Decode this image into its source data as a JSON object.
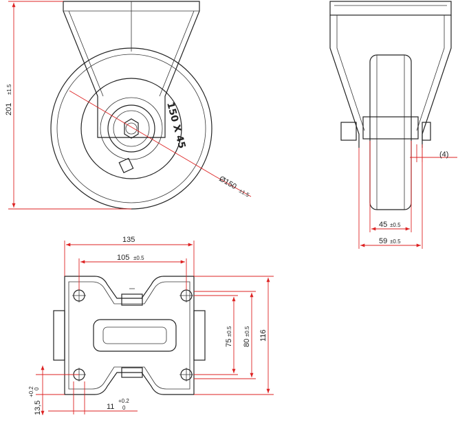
{
  "colors": {
    "outline": "#222222",
    "dimension": "#dd2222",
    "background": "#ffffff"
  },
  "views": {
    "front": {
      "height": "201",
      "height_tol": "±1.5",
      "wheel_dia": "Ø150",
      "wheel_dia_tol": "±1.5",
      "wheel_marking": "150 X 45"
    },
    "side": {
      "clearance": "(4)",
      "wheel_width": "45",
      "wheel_width_tol": "±0.5",
      "fork_width": "59",
      "fork_width_tol": "±0.5"
    },
    "top": {
      "plate_length": "135",
      "hole_pitch_x": "105",
      "hole_pitch_x_tol": "±0.5",
      "hole_pitch_y": "75",
      "hole_pitch_y_tol": "±0.5",
      "plate_inner": "80",
      "plate_inner_tol": "±0.5",
      "plate_width": "116",
      "hole_offset": "13,5",
      "hole_offset_tol_upper": "+0.2",
      "hole_offset_tol_lower": "0",
      "hole_size": "11",
      "hole_size_tol_upper": "+0.2",
      "hole_size_tol_lower": "0"
    }
  }
}
